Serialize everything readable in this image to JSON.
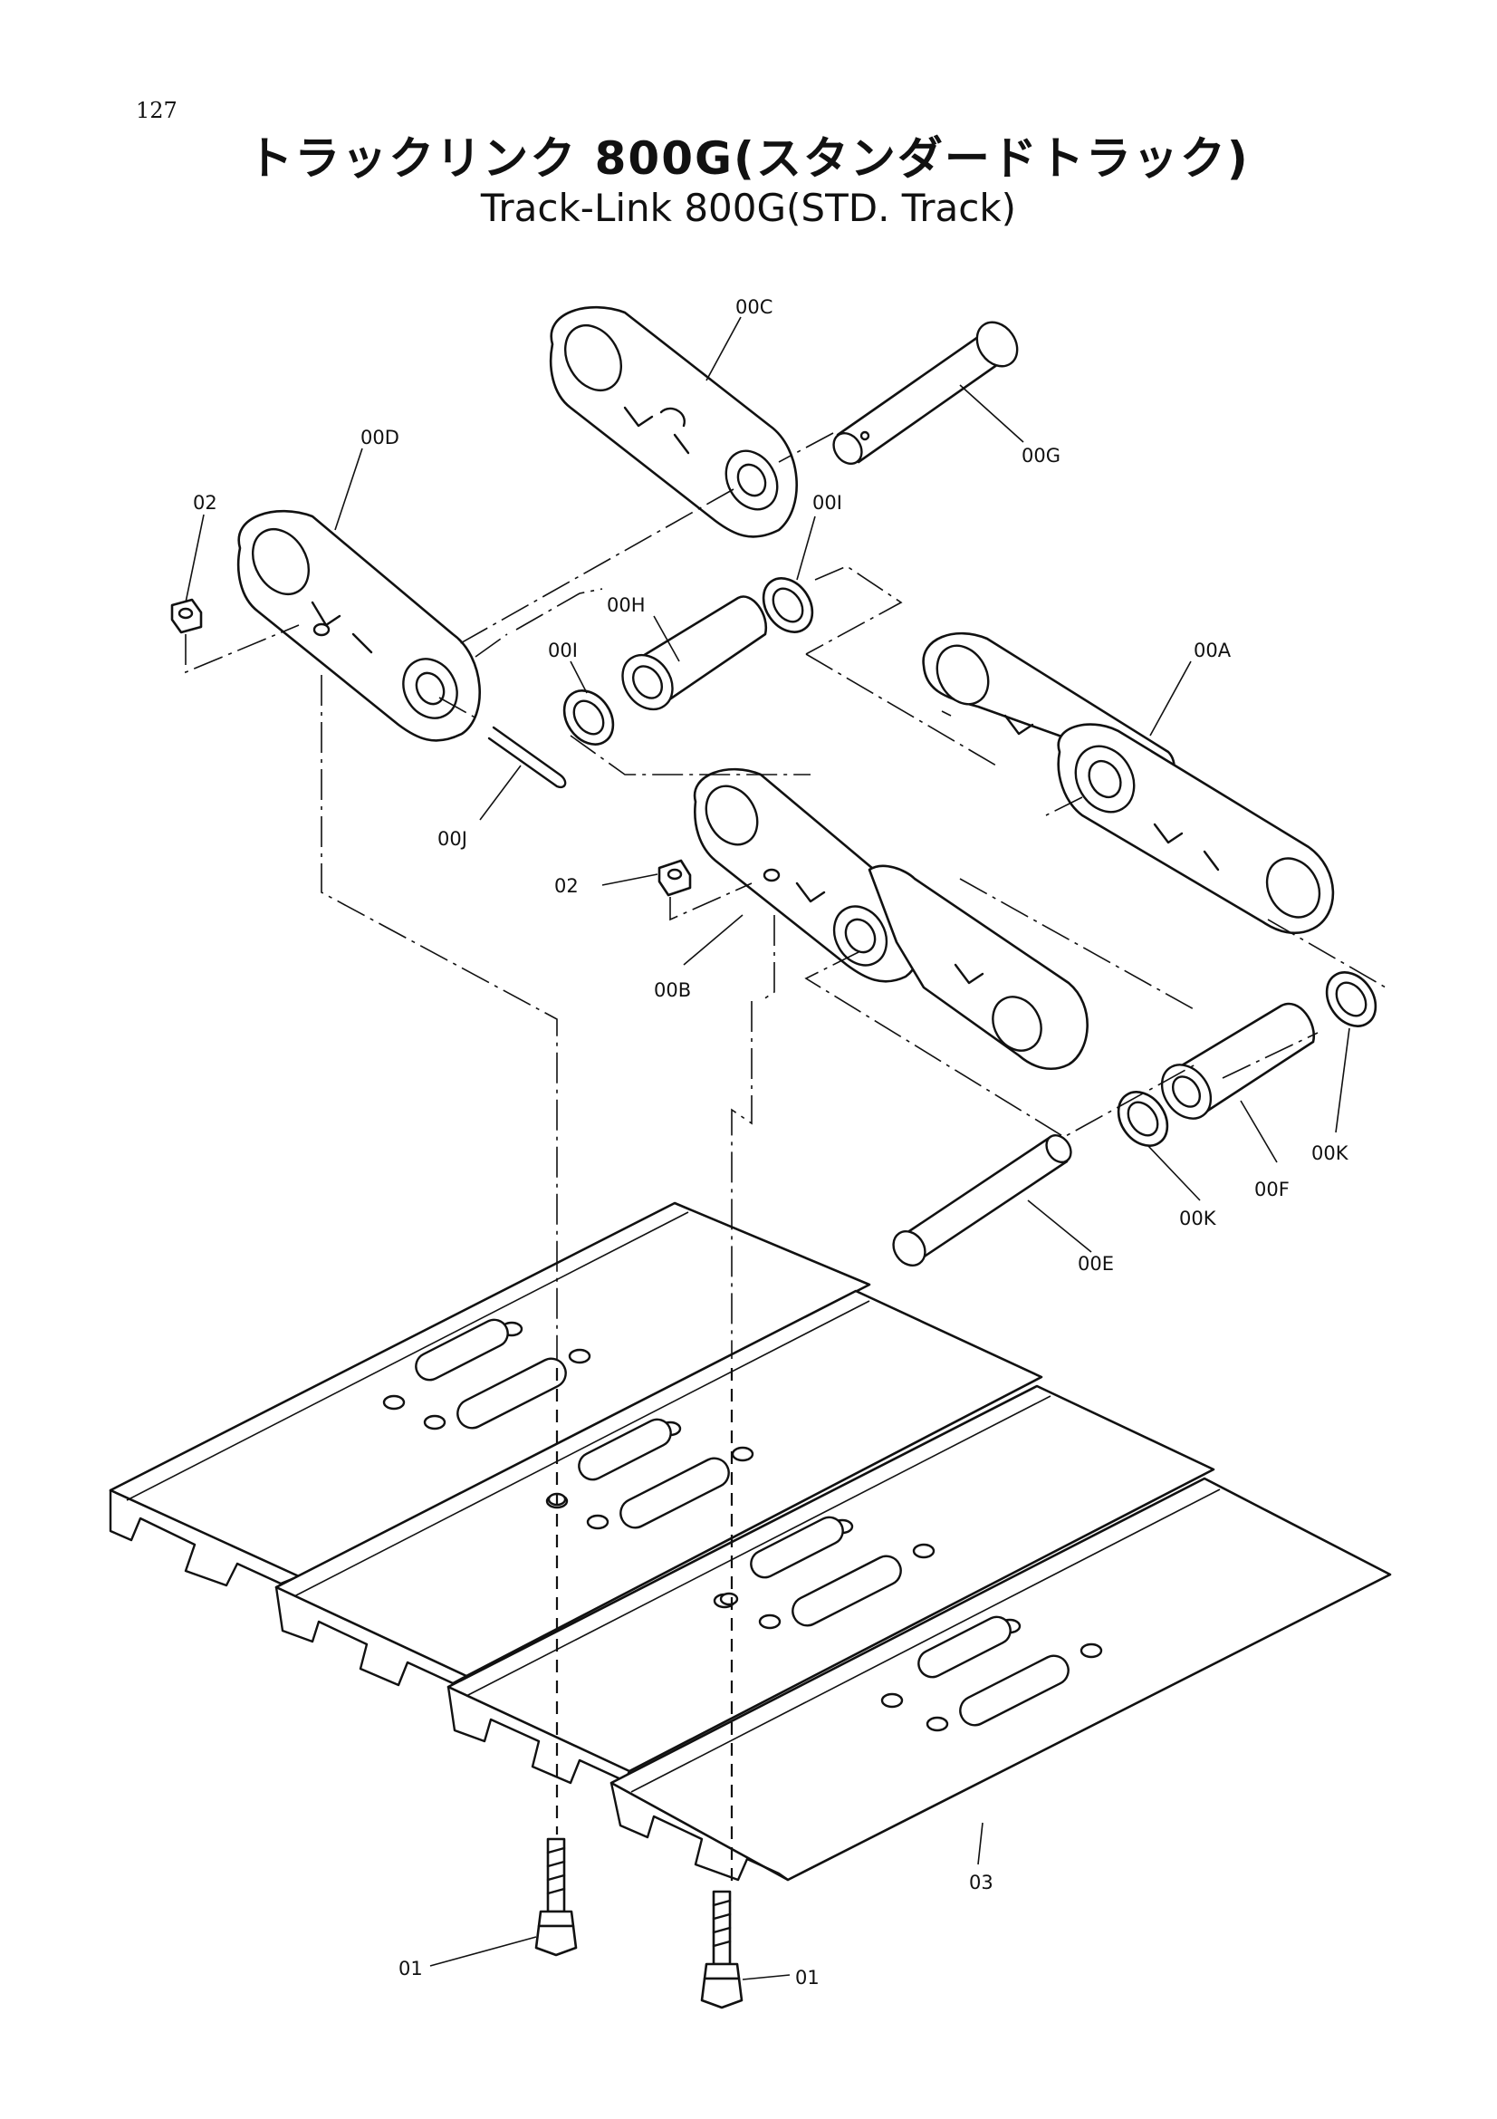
{
  "page_number": "127",
  "title_jp": "トラックリンク 800G(スタンダードトラック)",
  "title_en": "Track-Link 800G(STD. Track)",
  "callouts": {
    "00C": "00C",
    "00G": "00G",
    "00D": "00D",
    "02": "02",
    "00I": "00I",
    "00H": "00H",
    "00A": "00A",
    "00J": "00J",
    "00B": "00B",
    "00K": "00K",
    "00F": "00F",
    "00E": "00E",
    "03": "03",
    "01": "01"
  }
}
